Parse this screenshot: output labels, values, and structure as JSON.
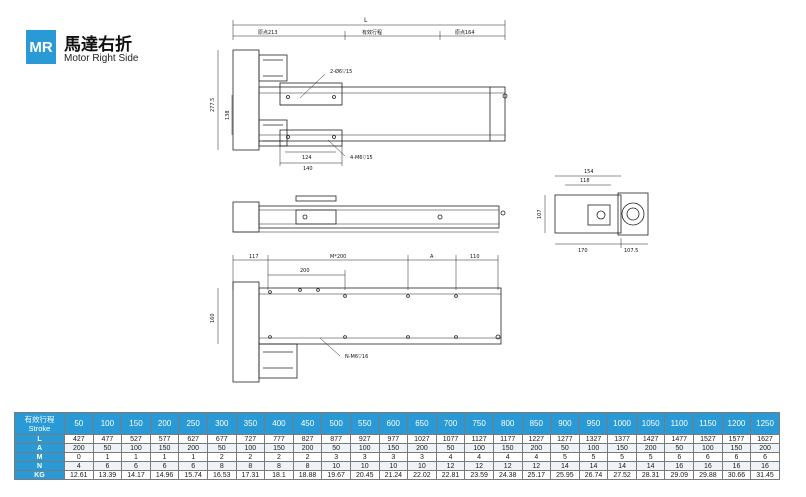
{
  "header": {
    "badge": "MR",
    "title_zh": "馬達右折",
    "title_en": "Motor Right Side"
  },
  "drawing_labels": {
    "L": "L",
    "origin213": "原点213",
    "effective_stroke": "有效行程",
    "origin164": "原点164",
    "hole2": "2-Ø6▽15",
    "hole4": "4-M6▽15",
    "d277": "277.5",
    "d138": "138",
    "d124": "124",
    "d140": "140",
    "d154": "154",
    "d118": "118",
    "d107": "107",
    "d170": "170",
    "d1075": "107.5",
    "d117": "117",
    "m200": "M*200",
    "a": "A",
    "d110": "110",
    "d200": "200",
    "d160": "160",
    "nm6": "N-M6▽16"
  },
  "table": {
    "header_zh": "有效行程",
    "header_en": "Stroke",
    "strokes": [
      "50",
      "100",
      "150",
      "200",
      "250",
      "300",
      "350",
      "400",
      "450",
      "500",
      "550",
      "600",
      "650",
      "700",
      "750",
      "800",
      "850",
      "900",
      "950",
      "1000",
      "1050",
      "1100",
      "1150",
      "1200",
      "1250"
    ],
    "rows": [
      {
        "label": "L",
        "values": [
          "427",
          "477",
          "527",
          "577",
          "627",
          "677",
          "727",
          "777",
          "827",
          "877",
          "927",
          "977",
          "1027",
          "1077",
          "1127",
          "1177",
          "1227",
          "1277",
          "1327",
          "1377",
          "1427",
          "1477",
          "1527",
          "1577",
          "1627"
        ]
      },
      {
        "label": "A",
        "values": [
          "200",
          "50",
          "100",
          "150",
          "200",
          "50",
          "100",
          "150",
          "200",
          "50",
          "100",
          "150",
          "200",
          "50",
          "100",
          "150",
          "200",
          "50",
          "100",
          "150",
          "200",
          "50",
          "100",
          "150",
          "200"
        ]
      },
      {
        "label": "M",
        "values": [
          "0",
          "1",
          "1",
          "1",
          "1",
          "2",
          "2",
          "2",
          "2",
          "3",
          "3",
          "3",
          "3",
          "4",
          "4",
          "4",
          "4",
          "5",
          "5",
          "5",
          "5",
          "6",
          "6",
          "6",
          "6"
        ]
      },
      {
        "label": "N",
        "values": [
          "4",
          "6",
          "6",
          "6",
          "6",
          "8",
          "8",
          "8",
          "8",
          "10",
          "10",
          "10",
          "10",
          "12",
          "12",
          "12",
          "12",
          "14",
          "14",
          "14",
          "14",
          "16",
          "16",
          "16",
          "16"
        ]
      },
      {
        "label": "KG",
        "values": [
          "12.61",
          "13.39",
          "14.17",
          "14.96",
          "15.74",
          "16.53",
          "17.31",
          "18.1",
          "18.88",
          "19.67",
          "20.45",
          "21.24",
          "22.02",
          "22.81",
          "23.59",
          "24.38",
          "25.17",
          "25.95",
          "26.74",
          "27.52",
          "28.31",
          "29.09",
          "29.88",
          "30.66",
          "31.45"
        ]
      }
    ]
  }
}
